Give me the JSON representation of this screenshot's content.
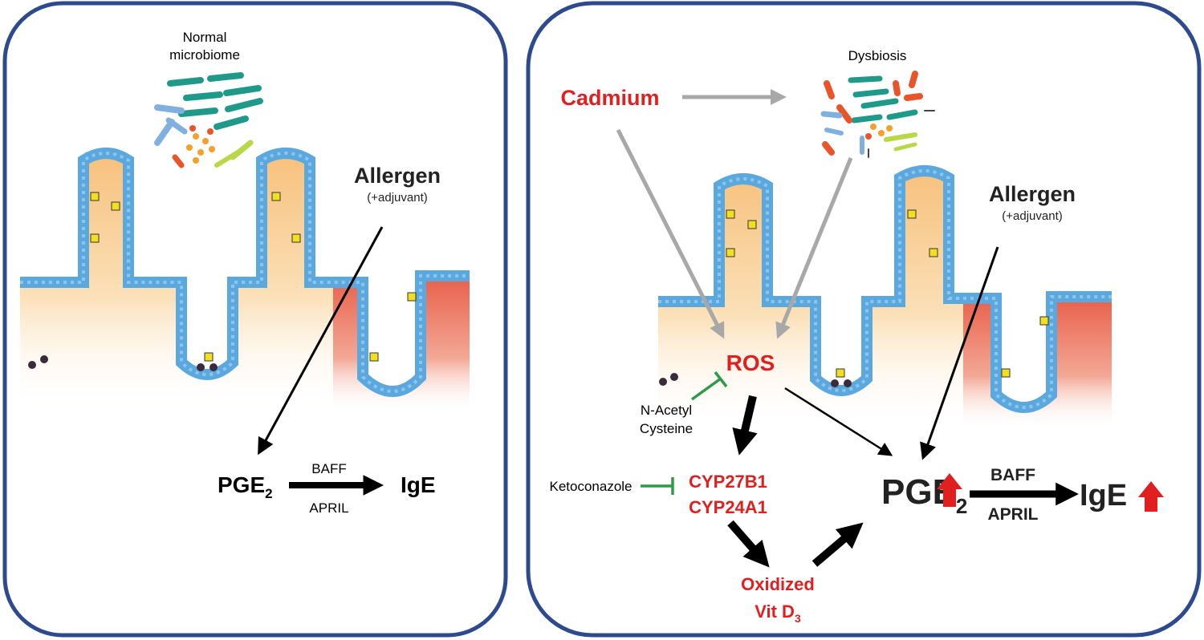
{
  "left_panel": {
    "microbiome_label_line1": "Normal",
    "microbiome_label_line2": "microbiome",
    "allergen": "Allergen",
    "adjuvant": "(+adjuvant)",
    "pge2_main": "PGE",
    "pge2_sub": "2",
    "baff": "BAFF",
    "april": "APRIL",
    "ige": "IgE"
  },
  "right_panel": {
    "dysbiosis": "Dysbiosis",
    "cadmium": "Cadmium",
    "allergen": "Allergen",
    "adjuvant": "(+adjuvant)",
    "ros": "ROS",
    "nac_line1": "N-Acetyl",
    "nac_line2": "Cysteine",
    "ketoconazole": "Ketoconazole",
    "cyp1": "CYP27B1",
    "cyp2": "CYP24A1",
    "oxidized_line1": "Oxidized",
    "oxidized_line2_main": "Vit D",
    "oxidized_line2_sub": "3",
    "pge2_main": "PGE",
    "pge2_sub": "2",
    "baff": "BAFF",
    "april": "APRIL",
    "ige": "IgE"
  },
  "colors": {
    "panel_border": "#2e4a8f",
    "red_text": "#e02020",
    "grey_arrow": "#a8a8a8",
    "green_inhibitor": "#2e9a4a",
    "epithelium_blue": "#5aa8de",
    "lamina_orange": "#f7c98a",
    "inflamed_red": "#e8604a"
  }
}
